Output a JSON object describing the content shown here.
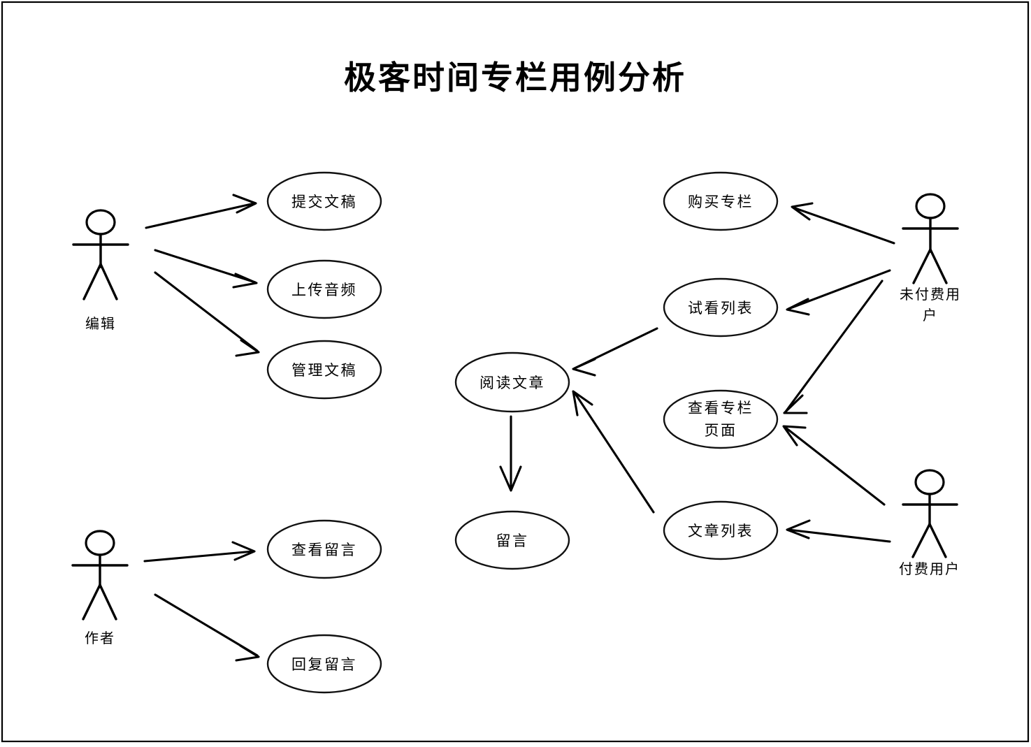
{
  "page": {
    "title": "极客时间专栏用例分析",
    "border_color": "#000000",
    "background": "#ffffff",
    "stroke_color": "#000000"
  },
  "actors": [
    {
      "id": "editor",
      "label": "编辑",
      "label_lines": [
        "编辑"
      ]
    },
    {
      "id": "author",
      "label": "作者",
      "label_lines": [
        "作者"
      ]
    },
    {
      "id": "unpaid-user",
      "label": "未付费用户",
      "label_lines": [
        "未付费用",
        "户"
      ]
    },
    {
      "id": "paid-user",
      "label": "付费用户",
      "label_lines": [
        "付费用户"
      ]
    }
  ],
  "usecases": [
    {
      "id": "submit-draft",
      "label": "提交文稿",
      "lines": [
        "提交文稿"
      ]
    },
    {
      "id": "upload-audio",
      "label": "上传音频",
      "lines": [
        "上传音频"
      ]
    },
    {
      "id": "manage-draft",
      "label": "管理文稿",
      "lines": [
        "管理文稿"
      ]
    },
    {
      "id": "view-comments",
      "label": "查看留言",
      "lines": [
        "查看留言"
      ]
    },
    {
      "id": "reply-comments",
      "label": "回复留言",
      "lines": [
        "回复留言"
      ]
    },
    {
      "id": "buy-column",
      "label": "购买专栏",
      "lines": [
        "购买专栏"
      ]
    },
    {
      "id": "trial-list",
      "label": "试看列表",
      "lines": [
        "试看列表"
      ]
    },
    {
      "id": "view-column-page",
      "label": "查看专栏页面",
      "lines": [
        "查看专栏",
        "页面"
      ]
    },
    {
      "id": "article-list",
      "label": "文章列表",
      "lines": [
        "文章列表"
      ]
    },
    {
      "id": "read-article",
      "label": "阅读文章",
      "lines": [
        "阅读文章"
      ]
    },
    {
      "id": "leave-comment",
      "label": "留言",
      "lines": [
        "留言"
      ]
    }
  ],
  "relations": [
    {
      "from": "编辑",
      "to": "提交文稿"
    },
    {
      "from": "编辑",
      "to": "上传音频"
    },
    {
      "from": "编辑",
      "to": "管理文稿"
    },
    {
      "from": "作者",
      "to": "查看留言"
    },
    {
      "from": "作者",
      "to": "回复留言"
    },
    {
      "from": "未付费用户",
      "to": "购买专栏"
    },
    {
      "from": "未付费用户",
      "to": "试看列表"
    },
    {
      "from": "未付费用户",
      "to": "查看专栏页面"
    },
    {
      "from": "付费用户",
      "to": "查看专栏页面"
    },
    {
      "from": "付费用户",
      "to": "文章列表"
    },
    {
      "from": "试看列表",
      "to": "阅读文章"
    },
    {
      "from": "文章列表",
      "to": "阅读文章"
    },
    {
      "from": "阅读文章",
      "to": "留言"
    }
  ]
}
